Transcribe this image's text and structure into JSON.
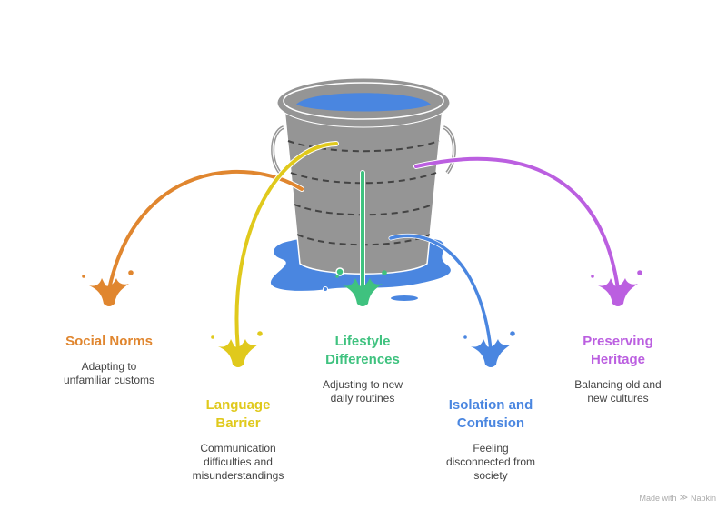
{
  "diagram": {
    "center": {
      "name": "Leaking bucket",
      "water_color": "#4a86e0",
      "bucket_color": "#959595"
    },
    "items": [
      {
        "title_line1": "Social Norms",
        "title_line2": "",
        "desc_line1": "Adapting to",
        "desc_line2": "unfamiliar customs",
        "desc_line3": "",
        "color": "#e0862f"
      },
      {
        "title_line1": "Language",
        "title_line2": "Barrier",
        "desc_line1": "Communication",
        "desc_line2": "difficulties and",
        "desc_line3": "misunderstandings",
        "color": "#e0c91c"
      },
      {
        "title_line1": "Lifestyle",
        "title_line2": "Differences",
        "desc_line1": "Adjusting to new",
        "desc_line2": "daily routines",
        "desc_line3": "",
        "color": "#3fc27f"
      },
      {
        "title_line1": "Isolation and",
        "title_line2": "Confusion",
        "desc_line1": "Feeling",
        "desc_line2": "disconnected from",
        "desc_line3": "society",
        "color": "#4a86e0"
      },
      {
        "title_line1": "Preserving",
        "title_line2": "Heritage",
        "desc_line1": "Balancing old and",
        "desc_line2": "new cultures",
        "desc_line3": "",
        "color": "#bb5fe0"
      }
    ]
  },
  "footer": {
    "text": "Made with",
    "brand": "Napkin",
    "icon": "napkin-logo-icon"
  }
}
